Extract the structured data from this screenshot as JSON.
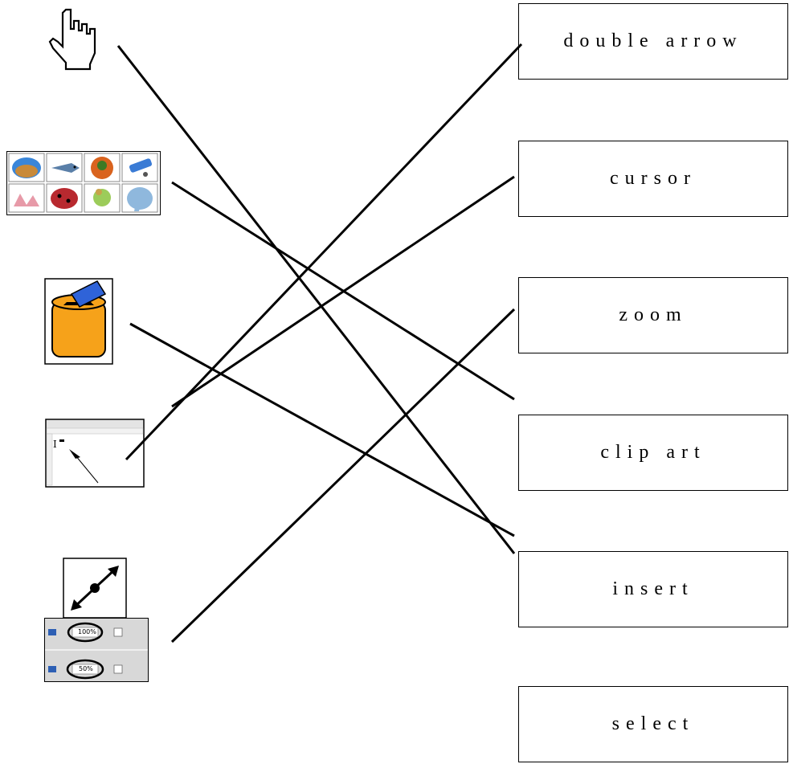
{
  "words": [
    {
      "id": "double-arrow",
      "label": "double arrow"
    },
    {
      "id": "cursor",
      "label": "cursor"
    },
    {
      "id": "zoom",
      "label": "zoom"
    },
    {
      "id": "clip-art",
      "label": "clip art"
    },
    {
      "id": "insert",
      "label": "insert"
    },
    {
      "id": "select",
      "label": "select"
    }
  ],
  "pictures": [
    {
      "id": "hand-pointer",
      "icon": "hand-pointer-icon"
    },
    {
      "id": "clip-art-gallery",
      "icon": "clip-art-gallery-icon"
    },
    {
      "id": "insert-bin",
      "icon": "insert-bin-icon"
    },
    {
      "id": "text-cursor-arrow",
      "icon": "text-cursor-arrow-icon"
    },
    {
      "id": "double-arrow",
      "icon": "double-arrow-icon"
    },
    {
      "id": "zoom-toolbar",
      "icon": "zoom-toolbar-icon"
    }
  ],
  "zoom_toolbar": {
    "value_top": "100%",
    "value_bottom": "50%"
  }
}
